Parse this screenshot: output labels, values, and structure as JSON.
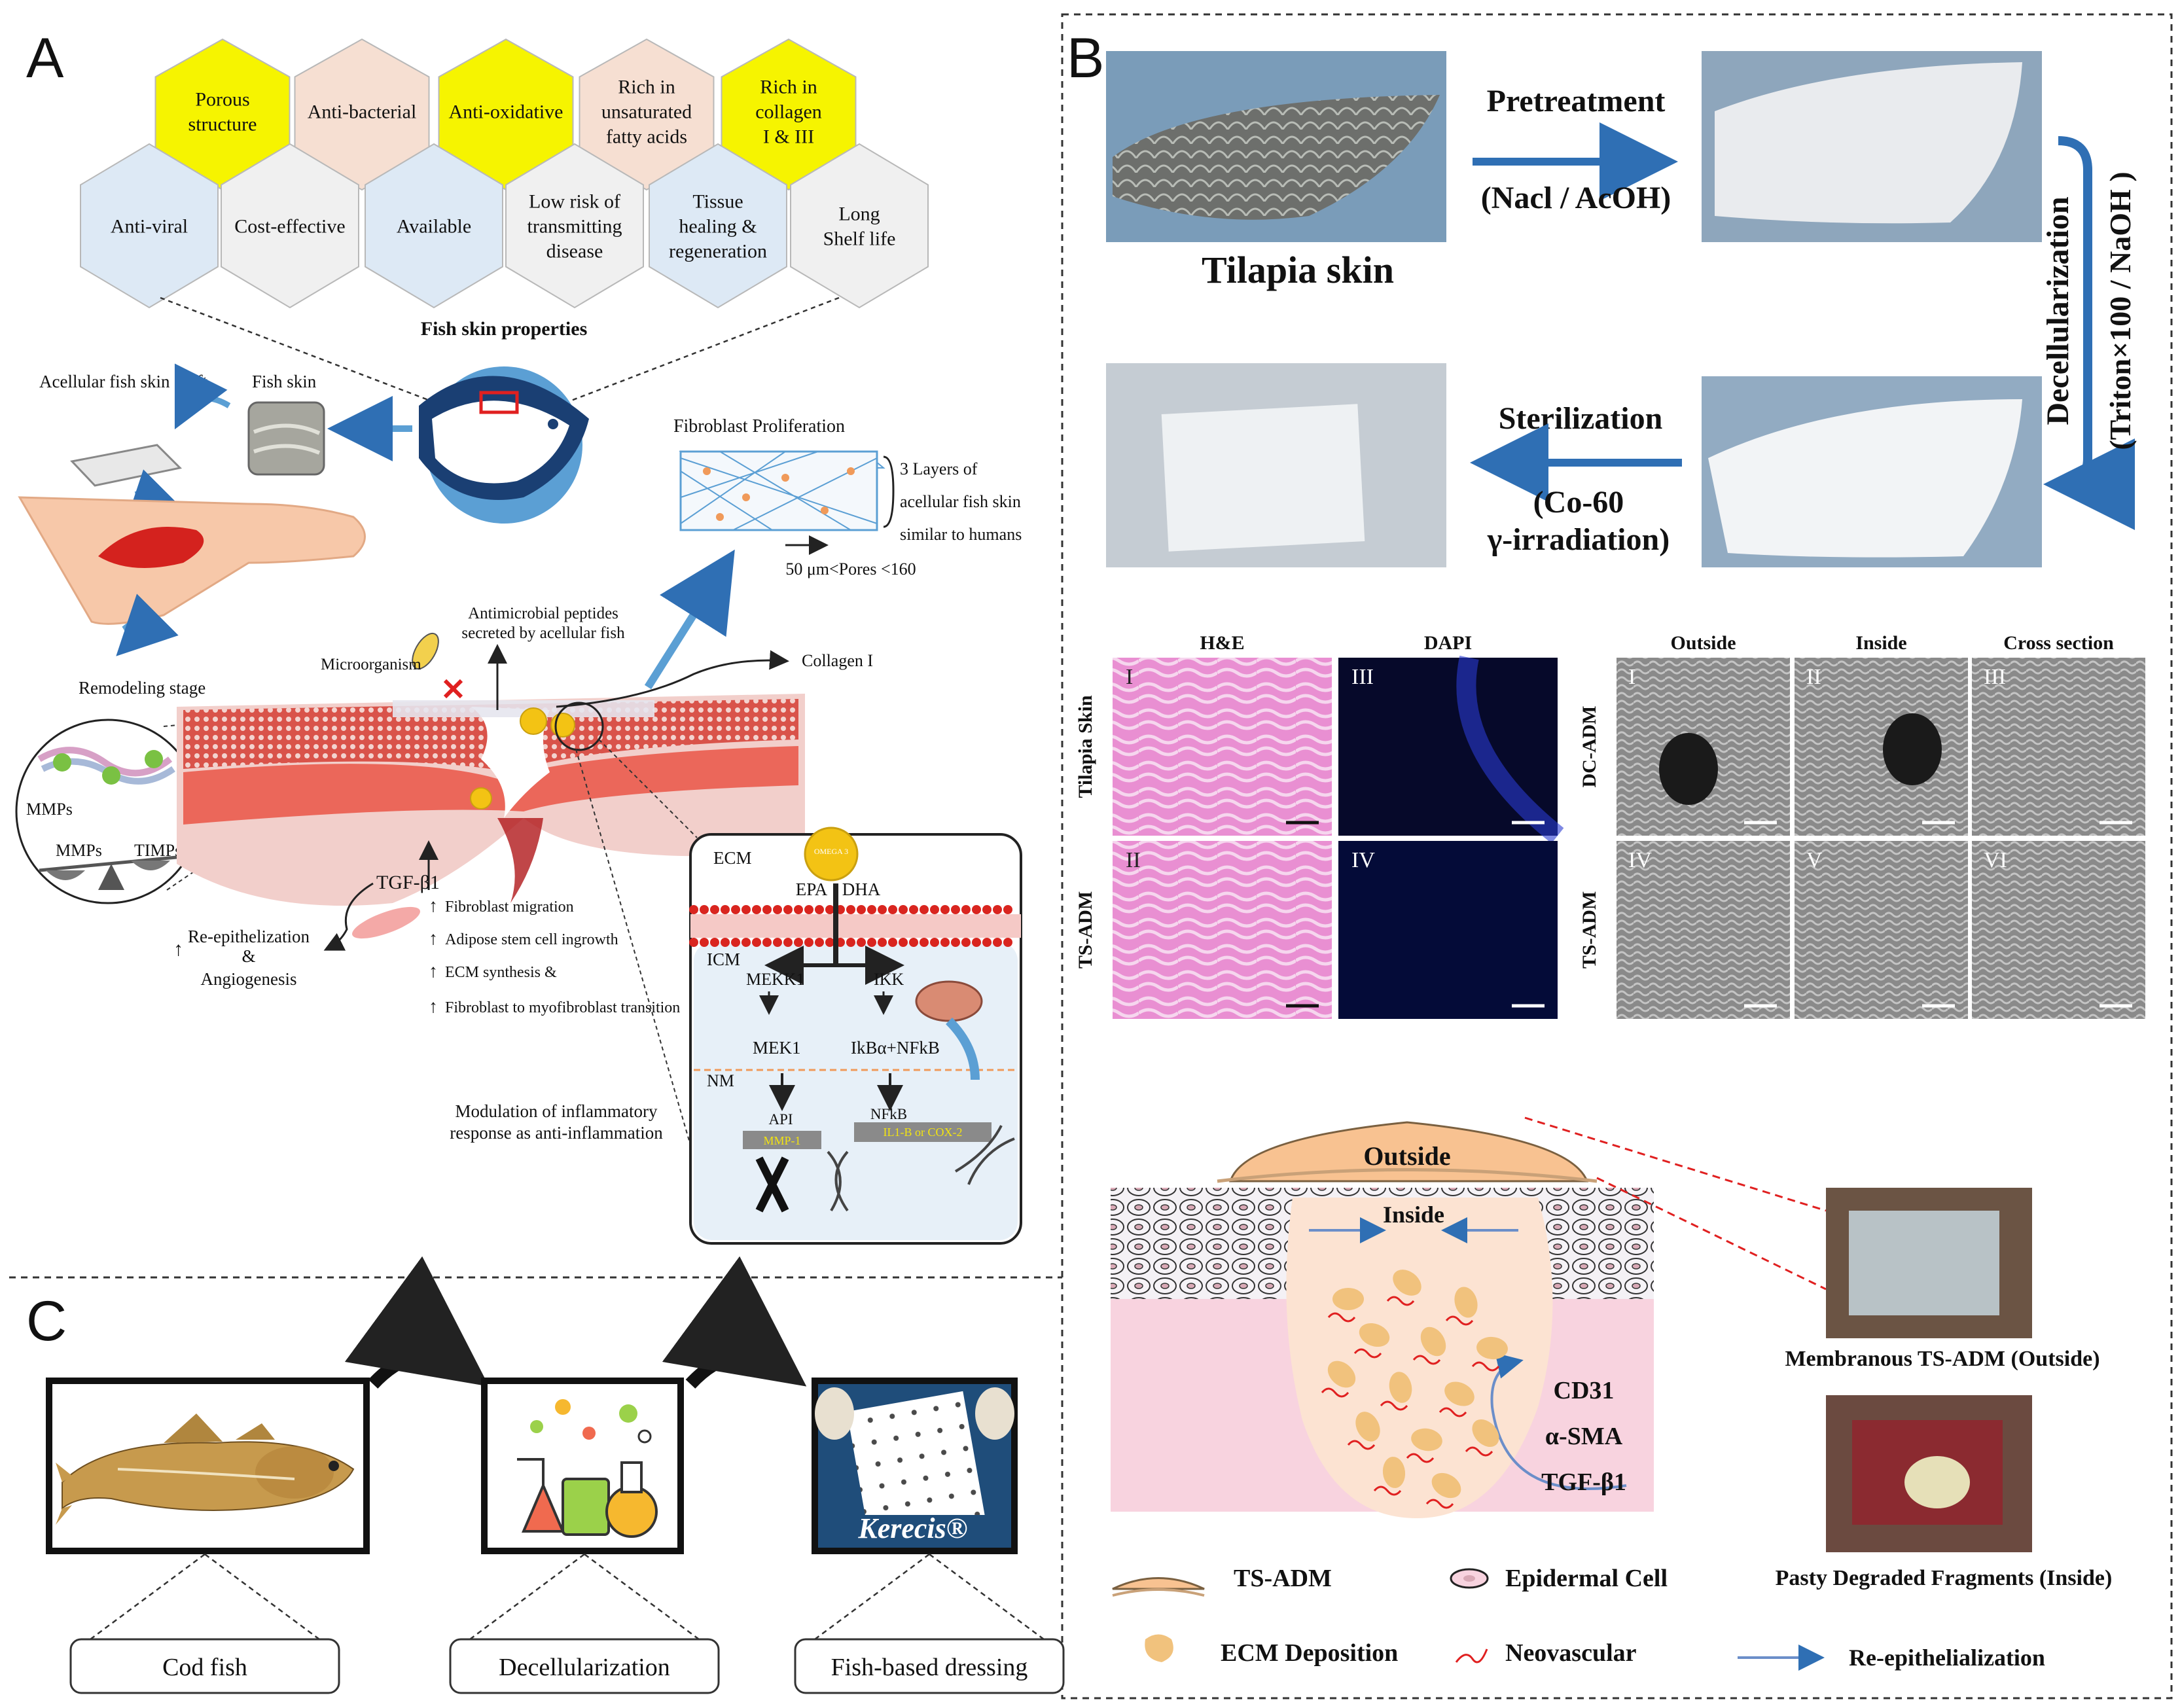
{
  "panels": {
    "a": "A",
    "b": "B",
    "c": "C"
  },
  "a": {
    "hex_top": [
      "Porous\nstructure",
      "Anti-bacterial",
      "Anti-oxidative",
      "Rich in\nunsaturated\nfatty acids",
      "Rich in\ncollagen\nI & III"
    ],
    "hex_bottom": [
      "Anti-viral",
      "Cost-effective",
      "Available",
      "Low risk of\ntransmitting\ndisease",
      "Tissue\nhealing &\nregeneration",
      "Long\nShelf life"
    ],
    "fish_props": "Fish skin properties",
    "graft_label": "Acellular fish skin graft",
    "fish_skin": "Fish skin",
    "fibro_title": "Fibroblast Proliferation",
    "fibro_layers": [
      "3 Layers of",
      "acellular fish skin",
      "similar to humans"
    ],
    "pores": "50 μm<Pores <160",
    "amp": [
      "Antimicrobial peptides",
      "secreted by acellular fish"
    ],
    "microorganism": "Microorganism",
    "collagen1": "Collagen I",
    "remodeling": "Remodeling stage",
    "mmps": "MMPs",
    "mmps2": "MMPs",
    "timps": "TIMPs",
    "tgf": "TGF-β1",
    "reepi": [
      "Re-epithelization",
      "&",
      "Angiogenesis"
    ],
    "fibro_list": [
      "Fibroblast migration",
      "Adipose stem cell ingrowth",
      "ECM synthesis &",
      "Fibroblast to myofibroblast transition"
    ],
    "modulation": [
      "Modulation of inflammatory",
      "response as anti-inflammation"
    ],
    "cell": {
      "ecm": "ECM",
      "epa": "EPA",
      "dha": "DHA",
      "icm": "ICM",
      "mekk1": "MEKK1",
      "ikk": "IKK",
      "mek1": "MEK1",
      "ikba": "IkBα+NFkB",
      "nm": "NM",
      "api": "API",
      "nfkb": "NFkB",
      "mmp1": "MMP-1",
      "il": "IL1-B or COX-2",
      "omega": "OMEGA 3"
    }
  },
  "b": {
    "tilapia": "Tilapia skin",
    "pretreatment": "Pretreatment",
    "nacl": "(Nacl / AcOH)",
    "decell": "Decellularization",
    "triton": "(Triton×100 / NaOH )",
    "steril": "Sterilization",
    "co60": [
      "(Co-60",
      "γ-irradiation)"
    ],
    "histo_cols": [
      "H&E",
      "DAPI"
    ],
    "histo_rows": [
      "Tilapia Skin",
      "TS-ADM"
    ],
    "histo_tags": [
      "I",
      "III",
      "II",
      "IV"
    ],
    "sem_cols": [
      "Outside",
      "Inside",
      "Cross section"
    ],
    "sem_rows": [
      "DC-ADM",
      "TS-ADM"
    ],
    "sem_tags": [
      "I",
      "II",
      "III",
      "IV",
      "V",
      "VI"
    ],
    "outside": "Outside",
    "inside": "Inside",
    "markers": [
      "CD31",
      "α-SMA",
      "TGF-β1"
    ],
    "photo1": "Membranous TS-ADM (Outside)",
    "photo2": "Pasty Degraded Fragments (Inside)",
    "legend": [
      "TS-ADM",
      "Epidermal Cell",
      "ECM Deposition",
      "Neovascular",
      "Re-epithelialization"
    ]
  },
  "c": {
    "steps": [
      "Cod fish",
      "Decellularization",
      "Fish-based dressing"
    ],
    "kerecis": "Kerecis®"
  },
  "colors": {
    "yellow": "#f6f400",
    "peach": "#f6dfd2",
    "blue": "#dde9f5",
    "grey": "#f0f0f0",
    "arrow_blue": "#2f6fb4"
  }
}
